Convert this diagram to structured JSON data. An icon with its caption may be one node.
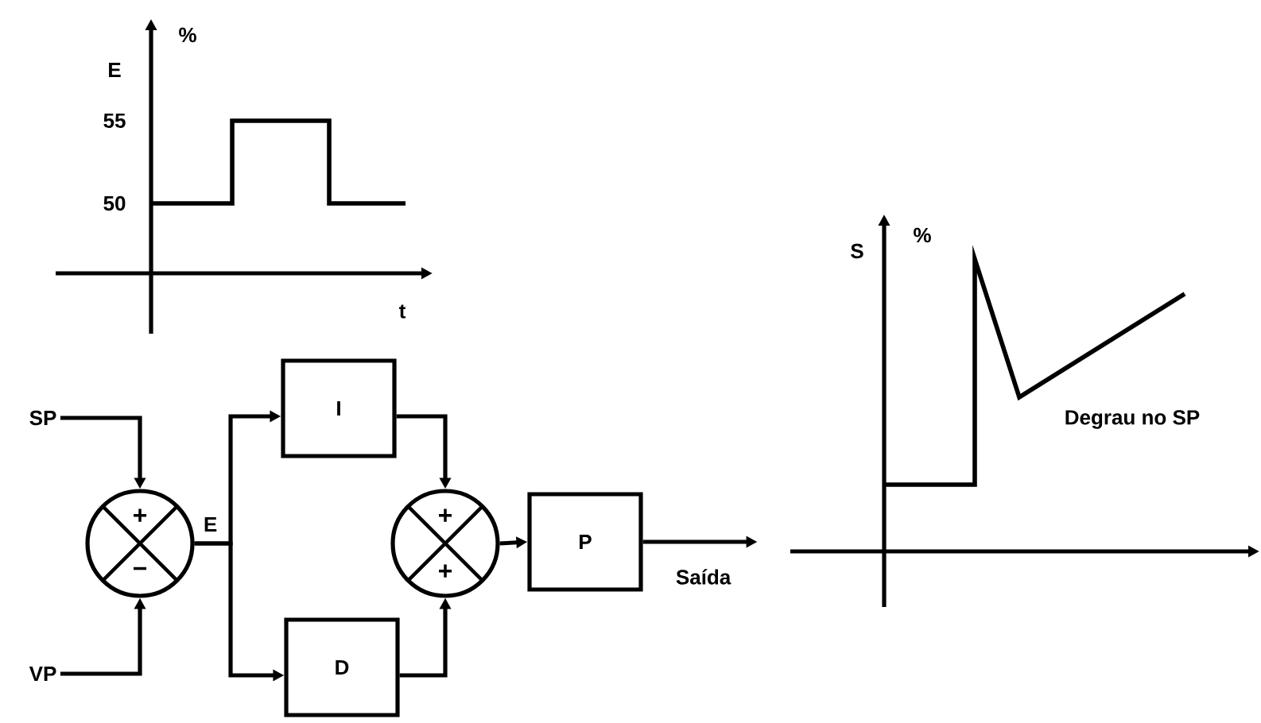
{
  "diagram": {
    "nodes": [
      {
        "text": [
          "SP"
        ]
      },
      {
        "text": [
          "VP"
        ]
      },
      {
        "text": [
          "+",
          "−"
        ]
      },
      {
        "text": [
          "I"
        ]
      },
      {
        "text": [
          "D"
        ]
      },
      {
        "text": [
          "+",
          "+"
        ]
      },
      {
        "text": [
          "P"
        ]
      }
    ],
    "edges": [
      {
        "from": 0,
        "to": 2,
        "arrow": "to"
      },
      {
        "from": 1,
        "to": 2,
        "arrow": "to"
      },
      {
        "from": 2,
        "to": 3,
        "arrow": "to",
        "label": "E"
      },
      {
        "from": 2,
        "to": 4,
        "arrow": "to"
      },
      {
        "from": 3,
        "to": 5,
        "arrow": "to"
      },
      {
        "from": 4,
        "to": 5,
        "arrow": "to"
      },
      {
        "from": 5,
        "to": 6,
        "arrow": "to"
      },
      {
        "from": 6,
        "to": null,
        "arrow": "to",
        "label": "Saída"
      }
    ],
    "labels": [
      "%",
      "E",
      "55",
      "50",
      "t",
      "S",
      "%",
      "Degrau no SP"
    ]
  }
}
